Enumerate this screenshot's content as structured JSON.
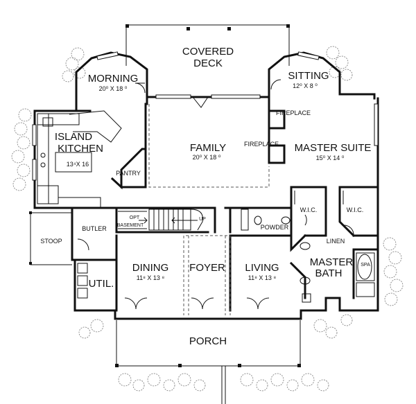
{
  "rooms": {
    "covered_deck": {
      "line1": "COVERED",
      "line2": "DECK"
    },
    "morning": {
      "name": "MORNING",
      "dims": "20⁰ X 18 ⁰"
    },
    "sitting": {
      "name": "SITTING",
      "dims": "12⁰ X 8 ⁰"
    },
    "island_kitchen": {
      "line1": "ISLAND",
      "line2": "KITCHEN",
      "dims": "13⁴X 16"
    },
    "family": {
      "name": "FAMILY",
      "dims": "20⁰ X 18 ⁰"
    },
    "master_suite": {
      "name": "MASTER SUITE",
      "dims": "15⁰ X 14 ⁰"
    },
    "pantry": {
      "name": "PANTRY"
    },
    "fireplace_upper": {
      "name": "FIREPLACE"
    },
    "fireplace_family": {
      "name": "FIREPLACE"
    },
    "wic_left": {
      "name": "W.I.C."
    },
    "wic_right": {
      "name": "W.I.C."
    },
    "butler": {
      "name": "BUTLER"
    },
    "opt_basement": {
      "line1": "OPT",
      "line2": "BASEMENT"
    },
    "up": {
      "name": "UP"
    },
    "powder": {
      "name": "POWDER"
    },
    "linen": {
      "name": "LINEN"
    },
    "stoop": {
      "name": "STOOP"
    },
    "master_bath": {
      "line1": "MASTER",
      "line2": "BATH"
    },
    "spa": {
      "name": "SPA"
    },
    "dining": {
      "name": "DINING",
      "dims": "11⁸ X 13 ⁸"
    },
    "foyer": {
      "name": "FOYER"
    },
    "living": {
      "name": "LIVING",
      "dims": "11⁸ X 13 ⁸"
    },
    "util": {
      "name": "UTIL."
    },
    "porch": {
      "name": "PORCH"
    }
  }
}
